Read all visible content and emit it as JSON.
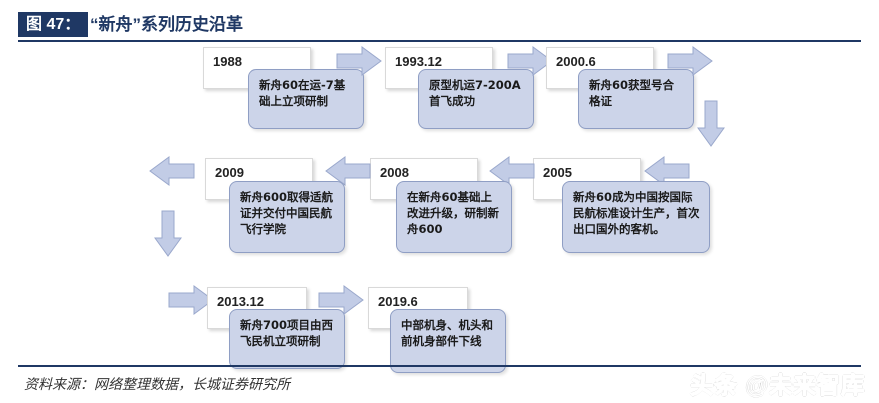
{
  "header": {
    "fig_tag": "图 47：",
    "title": "“新舟”系列历史沿革",
    "accent_color": "#1f3864"
  },
  "footer": {
    "source": "资料来源：网络整理数据，长城证券研究所",
    "watermark": "头条 @未来智库"
  },
  "diagram": {
    "type": "timeline-flow",
    "node_fill": "#ccd4e9",
    "node_border": "#8f9ec4",
    "arrow_fill": "#c2cce6",
    "arrow_border": "#9aa8cc",
    "nodes": [
      {
        "date": "1988",
        "text": "新舟60在运-7基础上立项研制"
      },
      {
        "date": "1993.12",
        "text": "原型机运7-200A首飞成功"
      },
      {
        "date": "2000.6",
        "text": "新舟60获型号合格证"
      },
      {
        "date": "2009",
        "text": "新舟600取得适航证并交付中国民航飞行学院"
      },
      {
        "date": "2008",
        "text": "在新舟60基础上改进升级，研制新舟600"
      },
      {
        "date": "2005",
        "text": "新舟60成为中国按国际民航标准设计生产，首次出口国外的客机。"
      },
      {
        "date": "2013.12",
        "text": "新舟700项目由西飞民机立项研制"
      },
      {
        "date": "2019.6",
        "text": "中部机身、机头和前机身部件下线"
      }
    ],
    "arrows": [
      {
        "name": "arrow-1988-to-1993",
        "direction": "right"
      },
      {
        "name": "arrow-1993-to-2000",
        "direction": "right"
      },
      {
        "name": "arrow-2000-to-row2",
        "direction": "right"
      },
      {
        "name": "arrow-row1-down",
        "direction": "down"
      },
      {
        "name": "arrow-row2-into-2005",
        "direction": "left"
      },
      {
        "name": "arrow-2005-to-2008",
        "direction": "left"
      },
      {
        "name": "arrow-2008-to-2009",
        "direction": "left"
      },
      {
        "name": "arrow-2009-out-left",
        "direction": "left"
      },
      {
        "name": "arrow-row2-down",
        "direction": "down"
      },
      {
        "name": "arrow-row3-into-2013",
        "direction": "right"
      },
      {
        "name": "arrow-2013-to-2019",
        "direction": "right"
      }
    ]
  }
}
